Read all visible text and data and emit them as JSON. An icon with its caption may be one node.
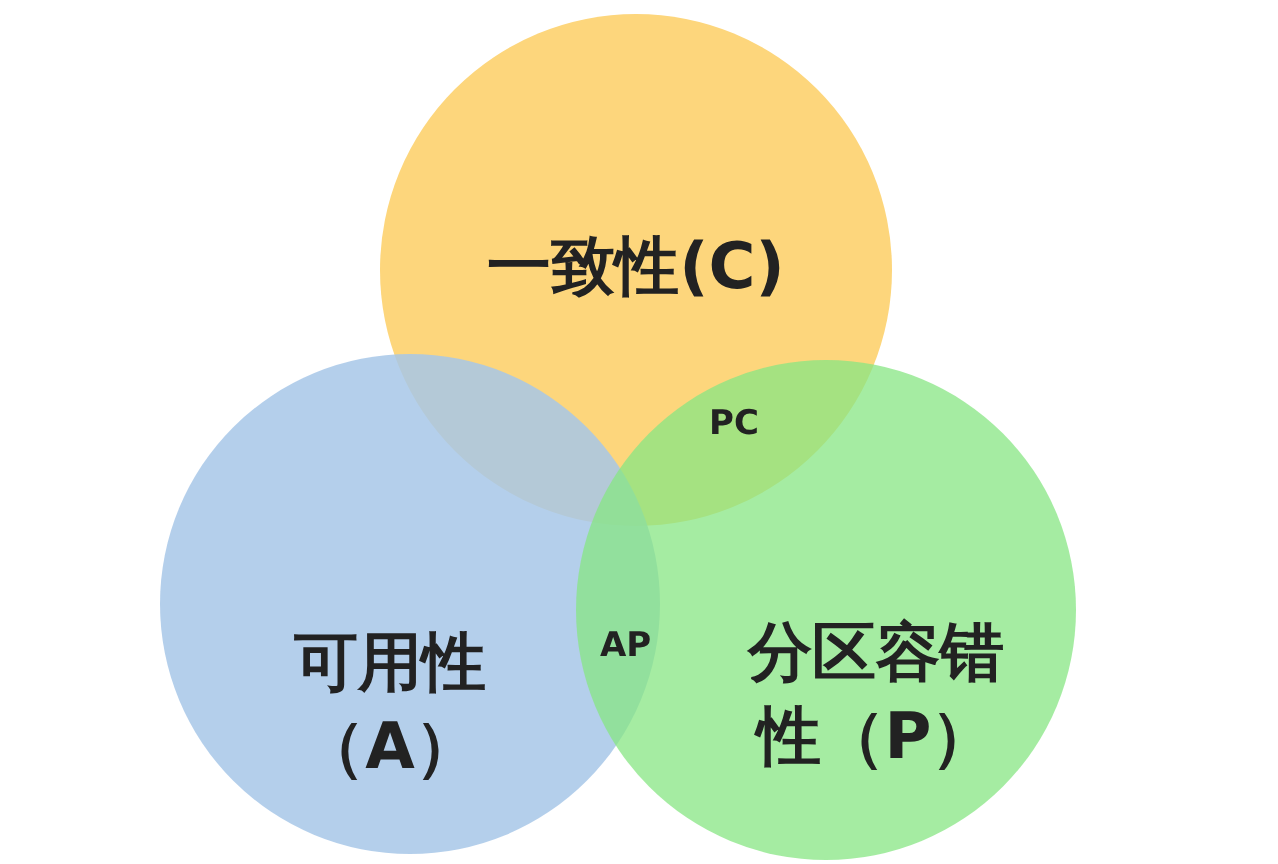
{
  "diagram": {
    "nodes": [
      {
        "text": [
          "一致性(C)"
        ]
      },
      {
        "text": [
          "可用性（A）"
        ]
      },
      {
        "text": [
          "分区容错性（P）"
        ]
      }
    ],
    "labels": [
      "PC",
      "AP"
    ]
  }
}
